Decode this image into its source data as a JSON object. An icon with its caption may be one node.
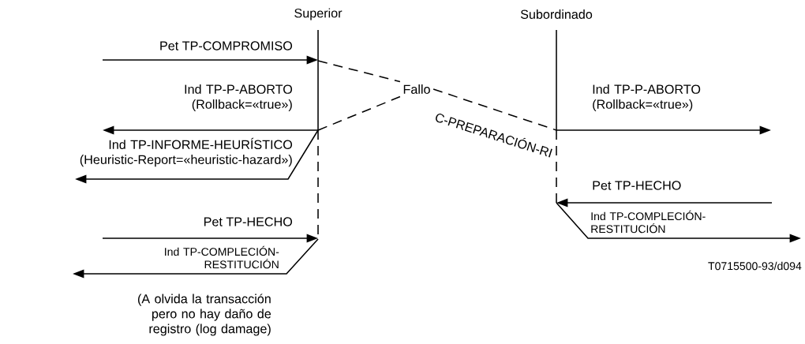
{
  "diagram": {
    "nodes": [
      {
        "text": [
          "Superior"
        ]
      },
      {
        "text": [
          "Subordinado"
        ]
      },
      {
        "text": [
          "Fallo"
        ]
      }
    ],
    "edges": [
      {
        "from": null,
        "to": 0,
        "arrow": "to",
        "label": "Pet TP-COMPROMISO"
      },
      {
        "from": 0,
        "to": 2,
        "arrow": "none",
        "style": "dashed"
      },
      {
        "from": 2,
        "to": 1,
        "arrow": "none",
        "style": "dashed",
        "label": "C-PREPARACIÓN-RI"
      },
      {
        "from": 2,
        "to": 0,
        "arrow": "none",
        "style": "dashed"
      },
      {
        "from": 0,
        "to": null,
        "arrow": "to",
        "label": "Ind TP-P-ABORTO (Rollback=«true»)"
      },
      {
        "from": 0,
        "to": null,
        "arrow": "to",
        "label": "Ind TP-INFORME-HEURÍSTICO (Heuristic-Report=«heuristic-hazard»)"
      },
      {
        "from": 1,
        "to": null,
        "arrow": "to",
        "label": "Ind TP-P-ABORTO (Rollback=«true»)"
      },
      {
        "from": null,
        "to": 1,
        "arrow": "to",
        "label": "Pet TP-HECHO"
      },
      {
        "from": 1,
        "to": null,
        "arrow": "to",
        "label": "Ind TP-COMPLECIÓN-RESTITUCIÓN"
      },
      {
        "from": null,
        "to": 0,
        "arrow": "to",
        "label": "Pet TP-HECHO"
      },
      {
        "from": 0,
        "to": null,
        "arrow": "to",
        "label": "Ind TP-COMPLECIÓN-RESTITUCIÓN"
      }
    ],
    "labels": [
      "T0715500-93/d094",
      "(A olvida la transacción pero no hay daño de registro (log damage)"
    ]
  }
}
